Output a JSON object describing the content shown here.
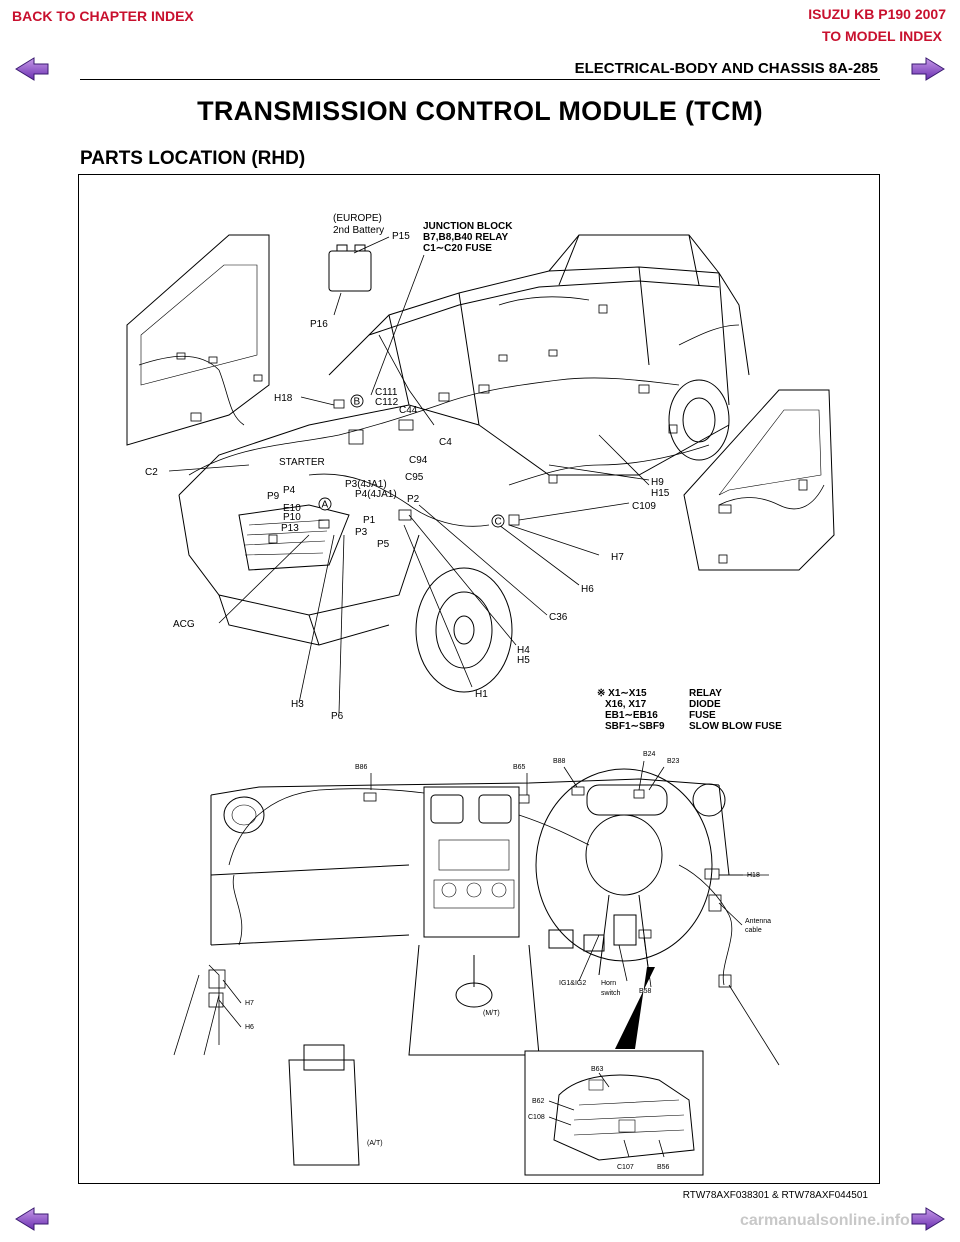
{
  "nav": {
    "back_to_chapter": "BACK TO CHAPTER INDEX",
    "model_title": "ISUZU KB P190 2007",
    "to_model_index": "TO MODEL INDEX",
    "link_color": "#c8102e"
  },
  "header": {
    "section": "ELECTRICAL-BODY AND CHASSIS  8A-285"
  },
  "page": {
    "title": "TRANSMISSION CONTROL MODULE (TCM)",
    "subtitle": "PARTS LOCATION (RHD)"
  },
  "diagram_top": {
    "europe_note": [
      "(EUROPE)",
      "2nd Battery"
    ],
    "junction_block": [
      "JUNCTION BLOCK",
      "B7,B8,B40 RELAY",
      "C1∼C20 FUSE"
    ],
    "callouts": {
      "p15": "P15",
      "p16": "P16",
      "h18": "H18",
      "c111": "C111",
      "c112": "C112",
      "c44": "C44",
      "c4": "C4",
      "c94": "C94",
      "c95": "C95",
      "starter": "STARTER",
      "c2": "C2",
      "p3_4ja1": "P3(4JA1)",
      "p4_4ja1": "P4(4JA1)",
      "p4": "P4",
      "p9": "P9",
      "e10": "E10",
      "p10": "P10",
      "p13": "P13",
      "p2": "P2",
      "p1": "P1",
      "p3": "P3",
      "p5": "P5",
      "h9": "H9",
      "h15": "H15",
      "c109": "C109",
      "h7": "H7",
      "h6": "H6",
      "c36": "C36",
      "h4": "H4",
      "h5": "H5",
      "h1": "H1",
      "h3": "H3",
      "p6": "P6",
      "acg": "ACG",
      "circle_a": "A",
      "circle_b": "B",
      "circle_c": "C"
    },
    "legend": [
      {
        "code": "※ X1∼X15",
        "meaning": "RELAY"
      },
      {
        "code": "X16, X17",
        "meaning": "DIODE"
      },
      {
        "code": "EB1∼EB16",
        "meaning": "FUSE"
      },
      {
        "code": "SBF1∼SBF9",
        "meaning": "SLOW BLOW FUSE"
      }
    ]
  },
  "diagram_bottom": {
    "callouts": {
      "b86": "B86",
      "b65": "B65",
      "b88": "B88",
      "b24": "B24",
      "b23": "B23",
      "h18": "H18",
      "antenna": [
        "Antenna",
        "cable"
      ],
      "h7": "H7",
      "h6": "H6",
      "ig": "IG1&IG2",
      "horn": [
        "Horn",
        "switch"
      ],
      "b58": "B58",
      "mt": "(M/T)",
      "at": "(A/T)"
    },
    "inset": {
      "b63": "B63",
      "b62": "B62",
      "c108": "C108",
      "c107": "C107",
      "b56": "B56"
    }
  },
  "figure_code": "RTW78AXF038301 & RTW78AXF044501",
  "watermark": "carmanualsonline.info"
}
